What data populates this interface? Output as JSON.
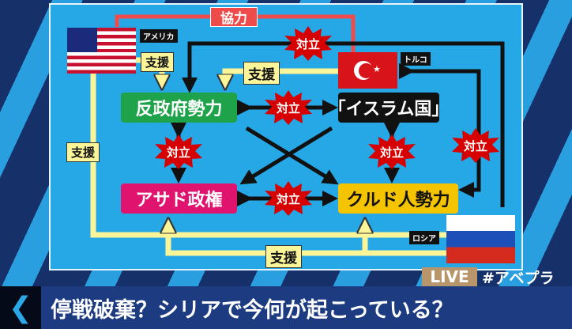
{
  "diagram": {
    "countries": {
      "usa": "アメリカ",
      "turkey": "トルコ",
      "russia": "ロシア"
    },
    "factions": {
      "rebels": "反政府勢力",
      "isis": "「イスラム国」",
      "assad": "アサド政権",
      "kurds": "クルド人勢力"
    },
    "relations": {
      "cooperation": "協力",
      "conflict": "対立",
      "support": "支援"
    }
  },
  "broadcast": {
    "live_badge": "LIVE",
    "hashtag": "#アベプラ",
    "headline": "停戦破棄？シリアで今何が起こっている？"
  },
  "colors": {
    "panel": "#27a8e6",
    "rebels": "#1fa34a",
    "assad": "#e0146e",
    "kurds": "#f5c400",
    "conflict": "#d60000",
    "support": "#fbf59a",
    "cooperation": "#ef4b4b"
  }
}
